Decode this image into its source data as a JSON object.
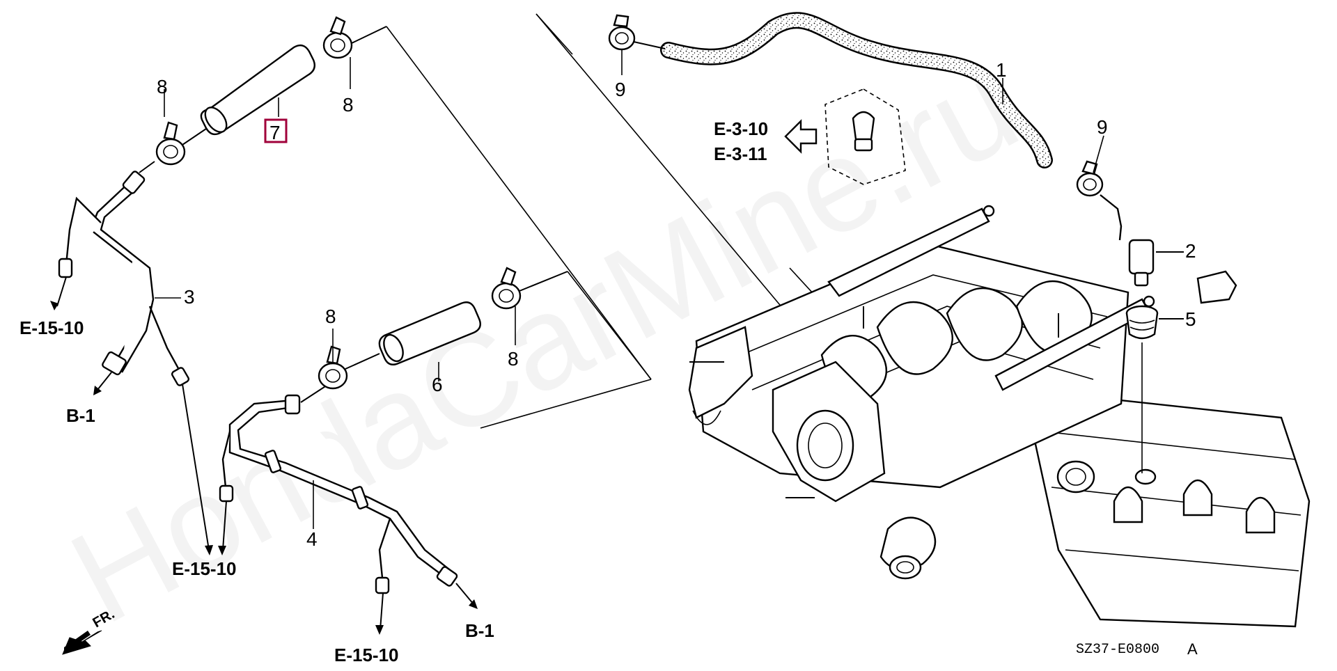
{
  "watermark": "HondaCarMine.ru",
  "callouts": {
    "p1": "1",
    "p2": "2",
    "p3": "3",
    "p4": "4",
    "p5": "5",
    "p6": "6",
    "p7": "7",
    "p8a": "8",
    "p8b": "8",
    "p8c": "8",
    "p8d": "8",
    "p9a": "9",
    "p9b": "9"
  },
  "refs": {
    "e_15_10_a": "E-15-10",
    "e_15_10_b": "E-15-10",
    "e_15_10_c": "E-15-10",
    "b1_a": "B-1",
    "b1_b": "B-1",
    "e_3_10": "E-3-10",
    "e_3_11": "E-3-11"
  },
  "front_label": "FR.",
  "diagram_code": "SZ37-E0800",
  "diagram_code_suffix": "A",
  "colors": {
    "highlight_box": "#a0003a",
    "ink": "#000000"
  }
}
